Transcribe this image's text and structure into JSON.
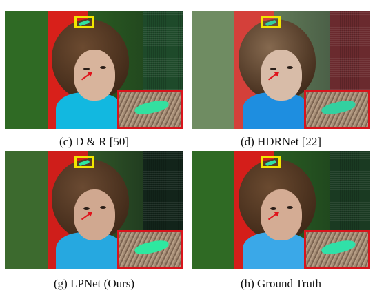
{
  "figure": {
    "panels": [
      {
        "id": "c",
        "caption": "(c) D & R [50]",
        "colors": {
          "bg_left": "#2f6a24",
          "bg_right": "#1d3a1c",
          "band": "#d8201a",
          "hair": "#6b4a30",
          "face": "#d8b49c",
          "shirt": "#12b8e0",
          "mesh": "#1e4a2a",
          "blob": "#33e0a0"
        }
      },
      {
        "id": "d",
        "caption": "(d) HDRNet [22]",
        "colors": {
          "bg_left": "#6f8c62",
          "bg_right": "#3c4d3c",
          "band": "#d4403a",
          "hair": "#85694f",
          "face": "#d8bca8",
          "shirt": "#1e8ee0",
          "mesh": "#6a2a2e",
          "blob": "#33d0a0"
        }
      },
      {
        "id": "g",
        "caption": "(g) LPNet (Ours)",
        "colors": {
          "bg_left": "#3c6a2e",
          "bg_right": "#162a1a",
          "band": "#cf1e1a",
          "hair": "#6a4a32",
          "face": "#d0a890",
          "shirt": "#26a8e0",
          "mesh": "#12241a",
          "blob": "#2ee8a0"
        }
      },
      {
        "id": "h",
        "caption": "(h) Ground Truth",
        "colors": {
          "bg_left": "#2f6a24",
          "bg_right": "#1a3a1c",
          "band": "#d41e1a",
          "hair": "#6a4a30",
          "face": "#d4ac94",
          "shirt": "#3aa8e8",
          "mesh": "#1a3a22",
          "blob": "#30e0a8"
        }
      }
    ]
  }
}
